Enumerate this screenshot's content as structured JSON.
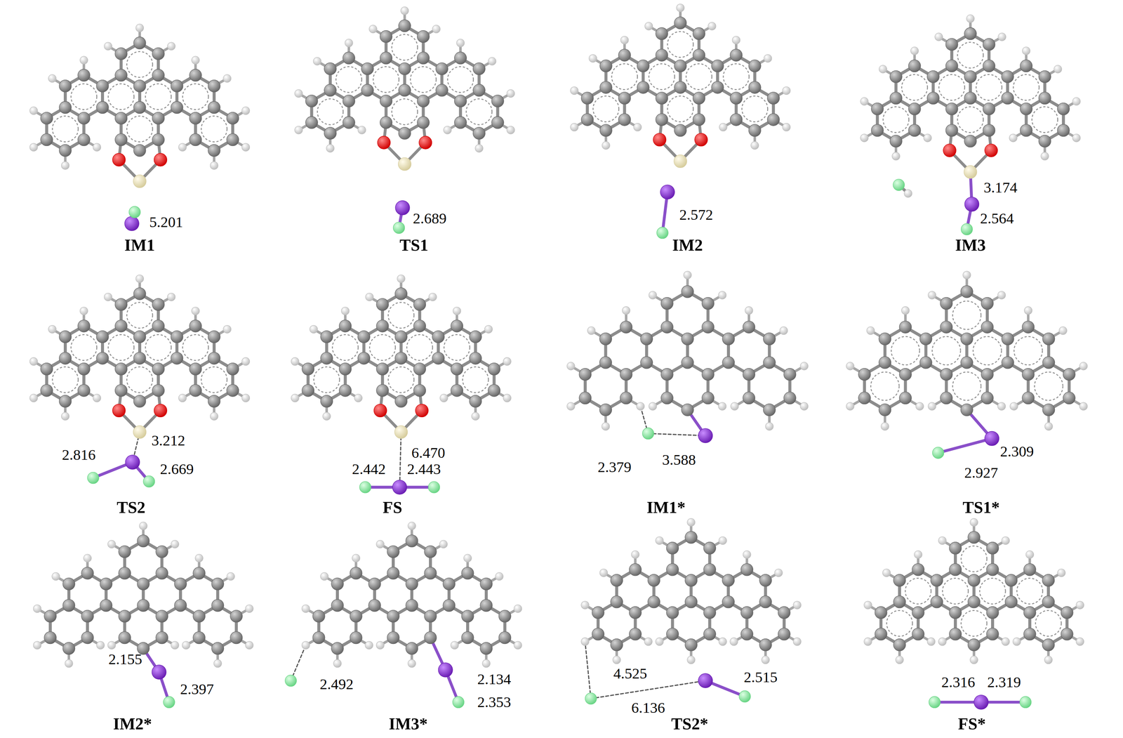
{
  "diagram": {
    "labels": [
      "5.201",
      "IM1",
      "2.689",
      "TS1",
      "2.572",
      "IM2",
      "3.174",
      "2.564",
      "IM3",
      "3.212",
      "2.816",
      "2.669",
      "TS2",
      "6.470",
      "2.442",
      "2.443",
      "FS",
      "2.379",
      "3.588",
      "IM1*",
      "2.309",
      "2.927",
      "TS1*",
      "2.155",
      "2.397",
      "IM2*",
      "2.134",
      "2.492",
      "2.353",
      "IM3*",
      "4.525",
      "6.136",
      "2.515",
      "TS2*",
      "2.316",
      "2.319",
      "FS*"
    ]
  }
}
